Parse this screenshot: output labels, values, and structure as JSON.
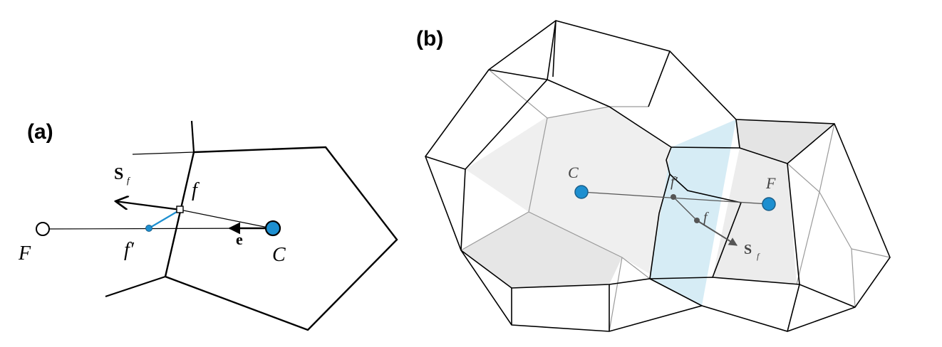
{
  "panel_a": {
    "label": "(a)",
    "labels": {
      "S": "S",
      "S_sub": "f",
      "f": "f",
      "f_prime": "f′",
      "F": "F",
      "C": "C",
      "e": "e"
    }
  },
  "panel_b": {
    "label": "(b)",
    "labels": {
      "C": "C",
      "F": "F",
      "f_prime": "f′",
      "f": "f",
      "S": "S",
      "S_sub": "f"
    }
  },
  "colors": {
    "cell_center_fill": "#1d8fd0",
    "face_highlight": "#d6ecf5",
    "line": "#000000",
    "hidden_line": "#9a9a9a",
    "vector_grey": "#555555"
  }
}
